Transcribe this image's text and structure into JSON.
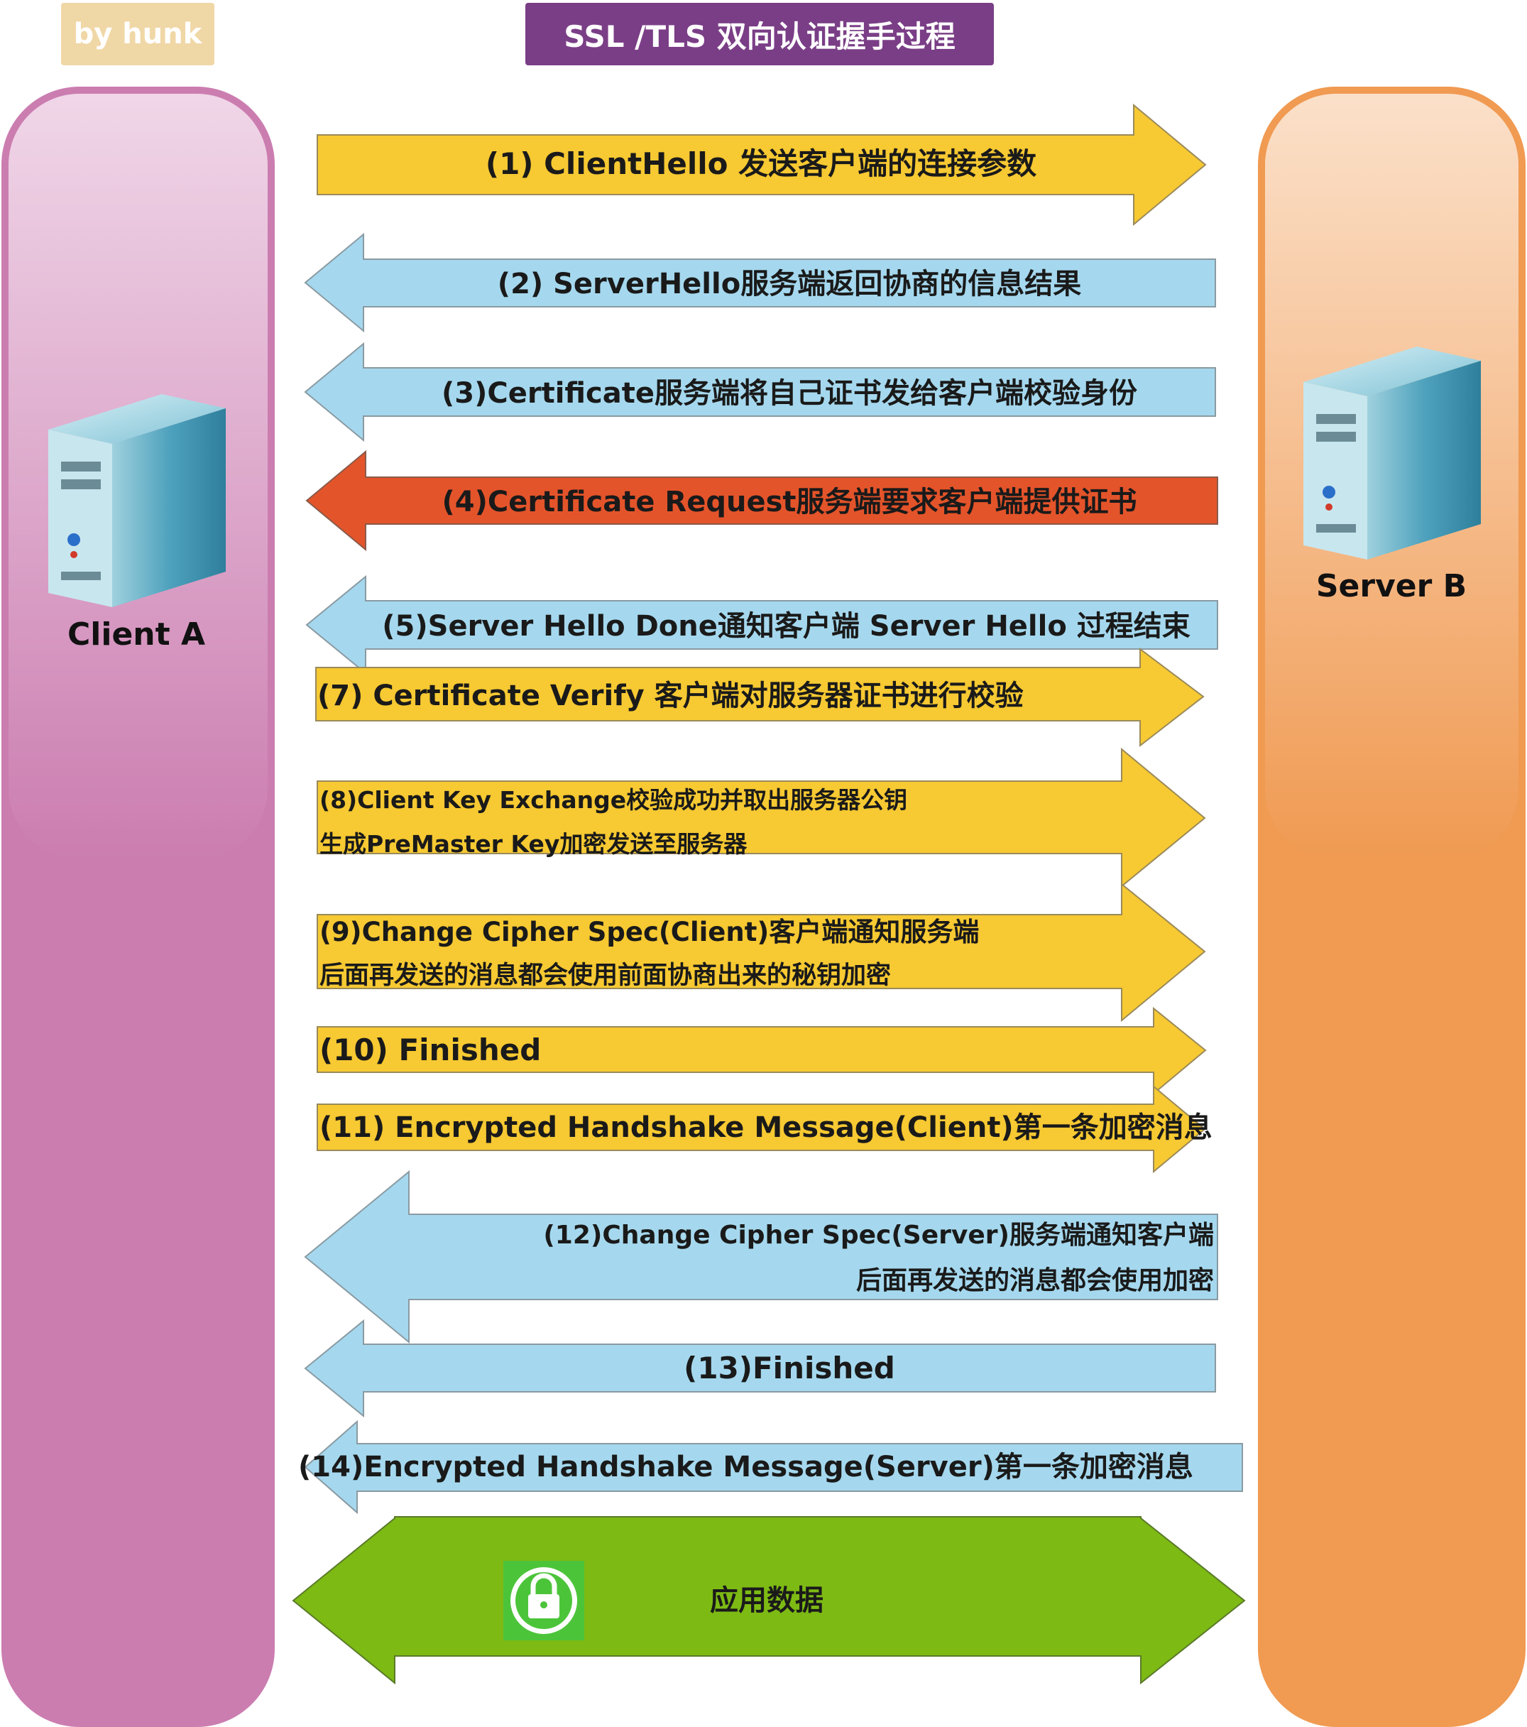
{
  "author_badge": "by hunk",
  "title": "SSL /TLS 双向认证握手过程",
  "client": {
    "label": "Client A"
  },
  "server": {
    "label": "Server B"
  },
  "steps": {
    "s1": "(1) ClientHello 发送客户端的连接参数",
    "s2": "(2) ServerHello服务端返回协商的信息结果",
    "s3": "(3)Certificate服务端将自己证书发给客户端校验身份",
    "s4": "(4)Certificate Request服务端要求客户端提供证书",
    "s5": "(5)Server Hello Done通知客户端 Server Hello 过程结束",
    "s7": "(7) Certificate Verify 客户端对服务器证书进行校验",
    "s8_line1": "(8)Client Key Exchange校验成功并取出服务器公钥",
    "s8_line2": "生成PreMaster Key加密发送至服务器",
    "s9_line1": "(9)Change Cipher Spec(Client)客户端通知服务端",
    "s9_line2": "后面再发送的消息都会使用前面协商出来的秘钥加密",
    "s10": "(10) Finished",
    "s11": "(11) Encrypted Handshake Message(Client)第一条加密消息",
    "s12_line1": "(12)Change Cipher Spec(Server)服务端通知客户端",
    "s12_line2": "后面再发送的消息都会使用加密",
    "s13": "(13)Finished",
    "s14": "(14)Encrypted Handshake Message(Server)第一条加密消息",
    "app_data": "应用数据"
  },
  "colors": {
    "client_column": "#cb7db0",
    "server_column": "#f09a52",
    "client_to_server": "#f7c932",
    "server_to_client": "#a5d8ee",
    "certificate_request": "#e4542a",
    "app_data": "#7dba14",
    "title_badge": "#7a3e86",
    "author_badge": "#f0d7a6"
  },
  "icons": [
    "server-icon",
    "lock-icon"
  ]
}
